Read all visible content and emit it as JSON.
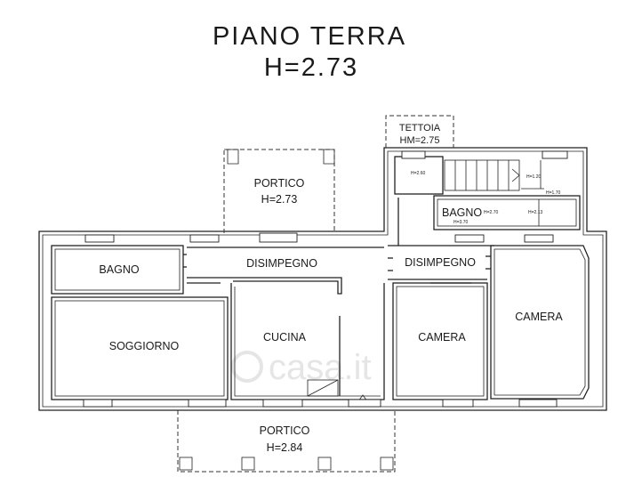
{
  "title": {
    "line1": "PIANO  TERRA",
    "line2": "H=2.73"
  },
  "rooms": {
    "bagno": "BAGNO",
    "disimpegno_left": "DISIMPEGNO",
    "disimpegno_right": "DISIMPEGNO",
    "soggiorno": "SOGGIORNO",
    "cucina": "CUCINA",
    "camera_center": "CAMERA",
    "camera_right": "CAMERA",
    "bagno_upper": "BAGNO"
  },
  "portico_top": {
    "name": "PORTICO",
    "height": "H=2.73"
  },
  "portico_bottom": {
    "name": "PORTICO",
    "height": "H=2.84"
  },
  "tettoia": {
    "name": "TETTOIA",
    "height": "HM=2.75"
  },
  "dims": {
    "d1": "H=2.60",
    "d2": "H=1.20",
    "d3": "H=1.70",
    "d4": "H=2.70",
    "d5": "H=2.13",
    "d6": "H=3.70"
  },
  "watermark": "casa.it"
}
